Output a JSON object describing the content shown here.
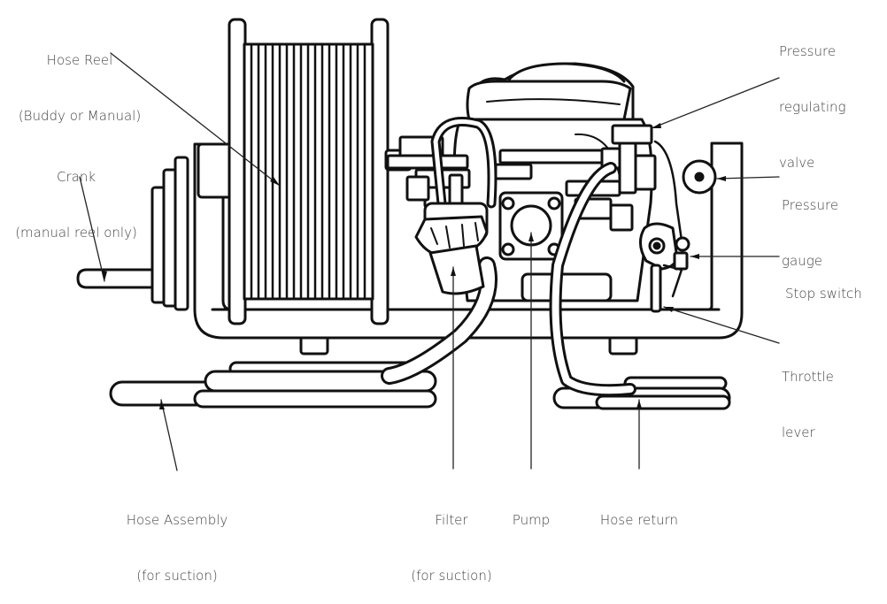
{
  "labels": {
    "hose_reel": [
      "Hose Reel",
      "(Buddy or Manual)"
    ],
    "crank": [
      "Crank",
      "(manual reel only)"
    ],
    "pressure_valve": [
      "Pressure",
      "regulating",
      "valve"
    ],
    "pressure_gauge": [
      "Pressure",
      "gauge"
    ],
    "stop_switch": [
      "Stop switch"
    ],
    "throttle_lever": [
      "Throttle",
      "lever"
    ],
    "hose_assembly": [
      "Hose Assembly",
      "(for suction)"
    ],
    "filter": [
      "Filter",
      "(for suction)"
    ],
    "pump": [
      "Pump"
    ],
    "hose_return": [
      "Hose return"
    ]
  },
  "colors": {
    "ink": "#111111",
    "label_text": "#444444",
    "fill": "#ffffff"
  }
}
